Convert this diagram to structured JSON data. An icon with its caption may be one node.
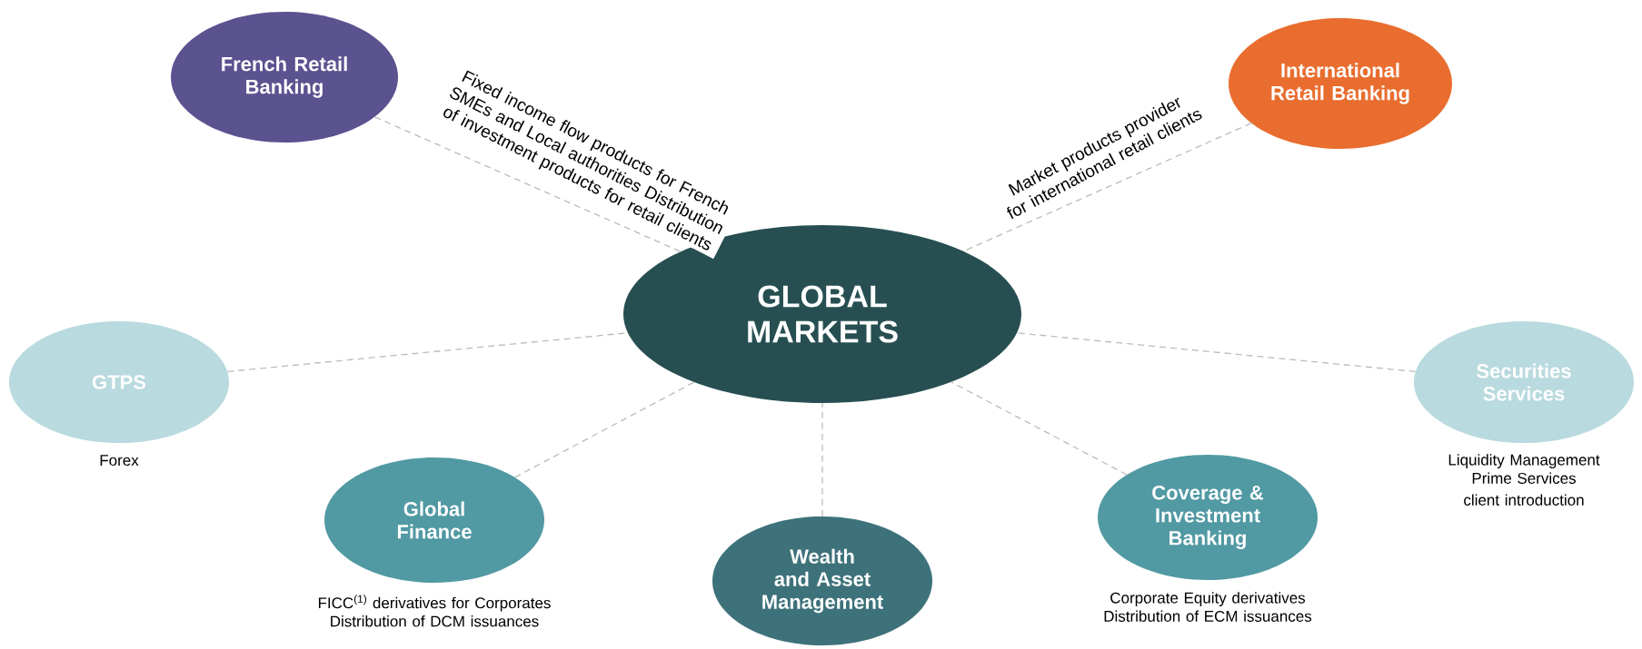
{
  "diagram": {
    "nodes": [
      {
        "text": [
          "GLOBAL MARKETS"
        ]
      },
      {
        "text": [
          "French Retail Banking"
        ]
      },
      {
        "text": [
          "International Retail Banking"
        ]
      },
      {
        "text": [
          "GTPS"
        ],
        "beside": [
          "Forex"
        ]
      },
      {
        "text": [
          "Securities Services"
        ],
        "beside": [
          "Liquidity Management",
          "Prime Services client introduction"
        ]
      },
      {
        "text": [
          "Global Finance"
        ],
        "beside": [
          "FICC$^{(1)}$ derivatives for Corporates",
          "Distribution of DCM issuances"
        ]
      },
      {
        "text": [
          "Wealth and Asset Management"
        ]
      },
      {
        "text": [
          "Coverage & Investment Banking"
        ],
        "beside": [
          "Corporate Equity derivatives",
          "Distribution of ECM issuances"
        ]
      }
    ],
    "edges": [
      {
        "from": 1,
        "to": 0,
        "arrow": "none",
        "style": "dashed",
        "label": "Fixed income flow products for French SMEs and Local authorities Distribution of investment products for retail clients"
      },
      {
        "from": 2,
        "to": 0,
        "arrow": "none",
        "style": "dashed",
        "label": "Market products provider for international retail clients"
      },
      {
        "from": 3,
        "to": 0,
        "arrow": "none",
        "style": "dashed"
      },
      {
        "from": 4,
        "to": 0,
        "arrow": "none",
        "style": "dashed"
      },
      {
        "from": 5,
        "to": 0,
        "arrow": "none",
        "style": "dashed"
      },
      {
        "from": 6,
        "to": 0,
        "arrow": "none",
        "style": "dashed"
      },
      {
        "from": 7,
        "to": 0,
        "arrow": "none",
        "style": "dashed"
      }
    ]
  }
}
